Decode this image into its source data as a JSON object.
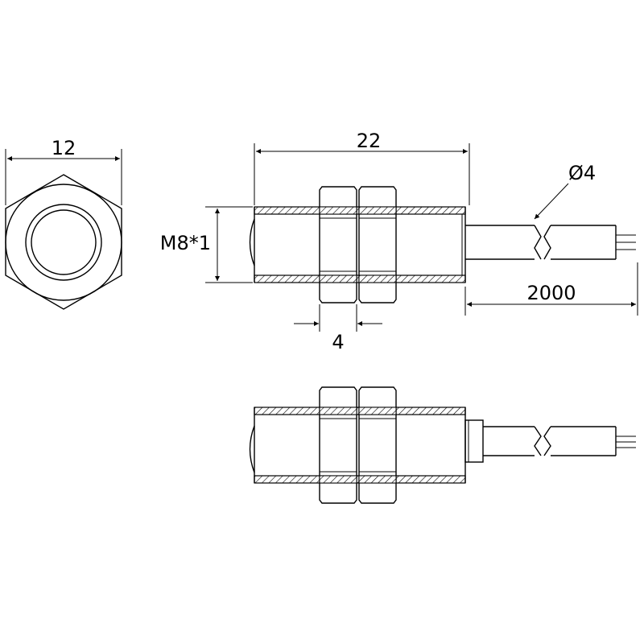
{
  "dimensions": {
    "hex_width": "12",
    "body_length": "22",
    "thread": "M8*1",
    "nut_thickness": "4",
    "cable_diameter": "Ø4",
    "cable_length": "2000"
  },
  "colors": {
    "line": "#000000",
    "background": "#ffffff"
  }
}
